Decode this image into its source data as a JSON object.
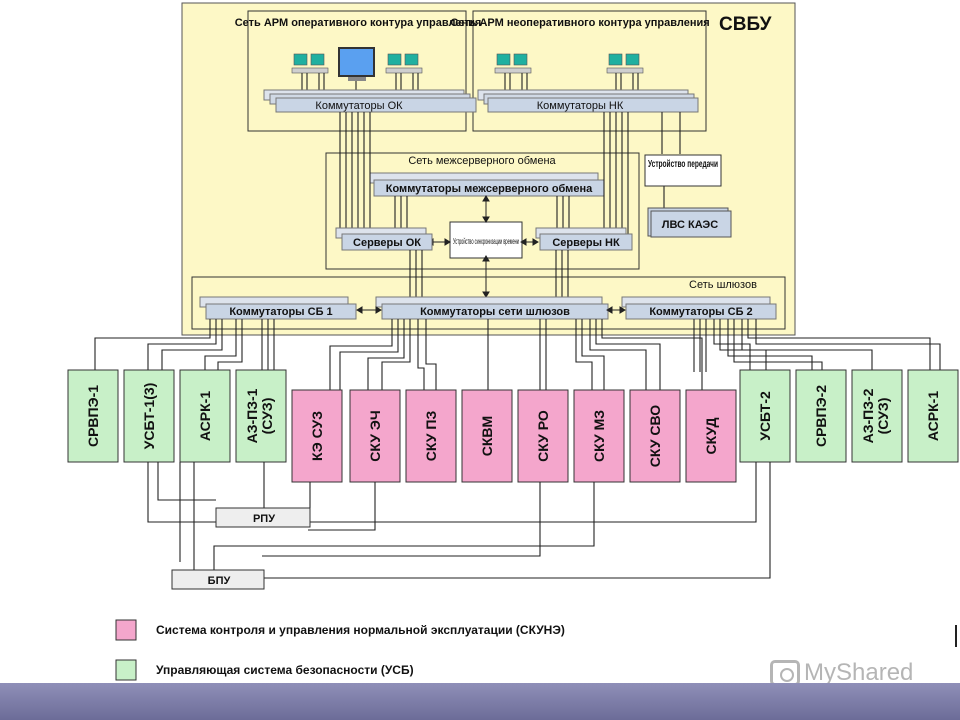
{
  "diagram": {
    "title": "СВБУ",
    "regions": {
      "arm_ok": "Сеть АРМ оперативного контура управления",
      "arm_nk": "Сеть АРМ неоперативного контура управления",
      "interserver": "Сеть межсерверного обмена",
      "gateways": "Сеть шлюзов"
    },
    "nodes": {
      "switches_ok": "Коммутаторы ОК",
      "switches_nk": "Коммутаторы НК",
      "transfer_device": "Устройство передачи",
      "lvs_kaes": "ЛВС КАЭС",
      "interserver_switches": "Коммутаторы межсерверного обмена",
      "servers_ok": "Серверы ОК",
      "servers_nk": "Серверы НК",
      "time_sync": "Устройство синхронизации времени",
      "switches_sb1": "Коммутаторы СБ 1",
      "gateway_switches": "Коммутаторы сети шлюзов",
      "switches_sb2": "Коммутаторы СБ 2",
      "rpu": "РПУ",
      "bpu": "БПУ"
    },
    "subsystems": [
      {
        "label": "СРВПЭ-1",
        "kind": "usb"
      },
      {
        "label": "УСБТ-1(3)",
        "kind": "usb"
      },
      {
        "label": "АСРК-1",
        "kind": "usb"
      },
      {
        "label": "АЗ-ПЗ-1 (СУЗ)",
        "kind": "usb"
      },
      {
        "label": "КЭ СУЗ",
        "kind": "skune"
      },
      {
        "label": "СКУ ЭЧ",
        "kind": "skune"
      },
      {
        "label": "СКУ ПЗ",
        "kind": "skune"
      },
      {
        "label": "СКВМ",
        "kind": "skune"
      },
      {
        "label": "СКУ РО",
        "kind": "skune"
      },
      {
        "label": "СКУ МЗ",
        "kind": "skune"
      },
      {
        "label": "СКУ СВО",
        "kind": "skune"
      },
      {
        "label": "СКУД",
        "kind": "skune"
      },
      {
        "label": "УСБТ-2",
        "kind": "usb"
      },
      {
        "label": "СРВПЭ-2",
        "kind": "usb"
      },
      {
        "label": "АЗ-ПЗ-2 (СУЗ)",
        "kind": "usb"
      },
      {
        "label": "АСРК-1",
        "kind": "usb"
      }
    ],
    "legend": [
      {
        "label": "Система контроля и управления нормальной эксплуатации (СКУНЭ)",
        "kind": "skune"
      },
      {
        "label": "Управляющая система безопасности (УСБ)",
        "kind": "usb"
      }
    ],
    "colors": {
      "svbu_background": "#fdf8c6",
      "skune": "#f4a6cc",
      "usb": "#c8f0c8",
      "node_fill": "#c9d5e5"
    }
  },
  "watermark": "MyShared"
}
